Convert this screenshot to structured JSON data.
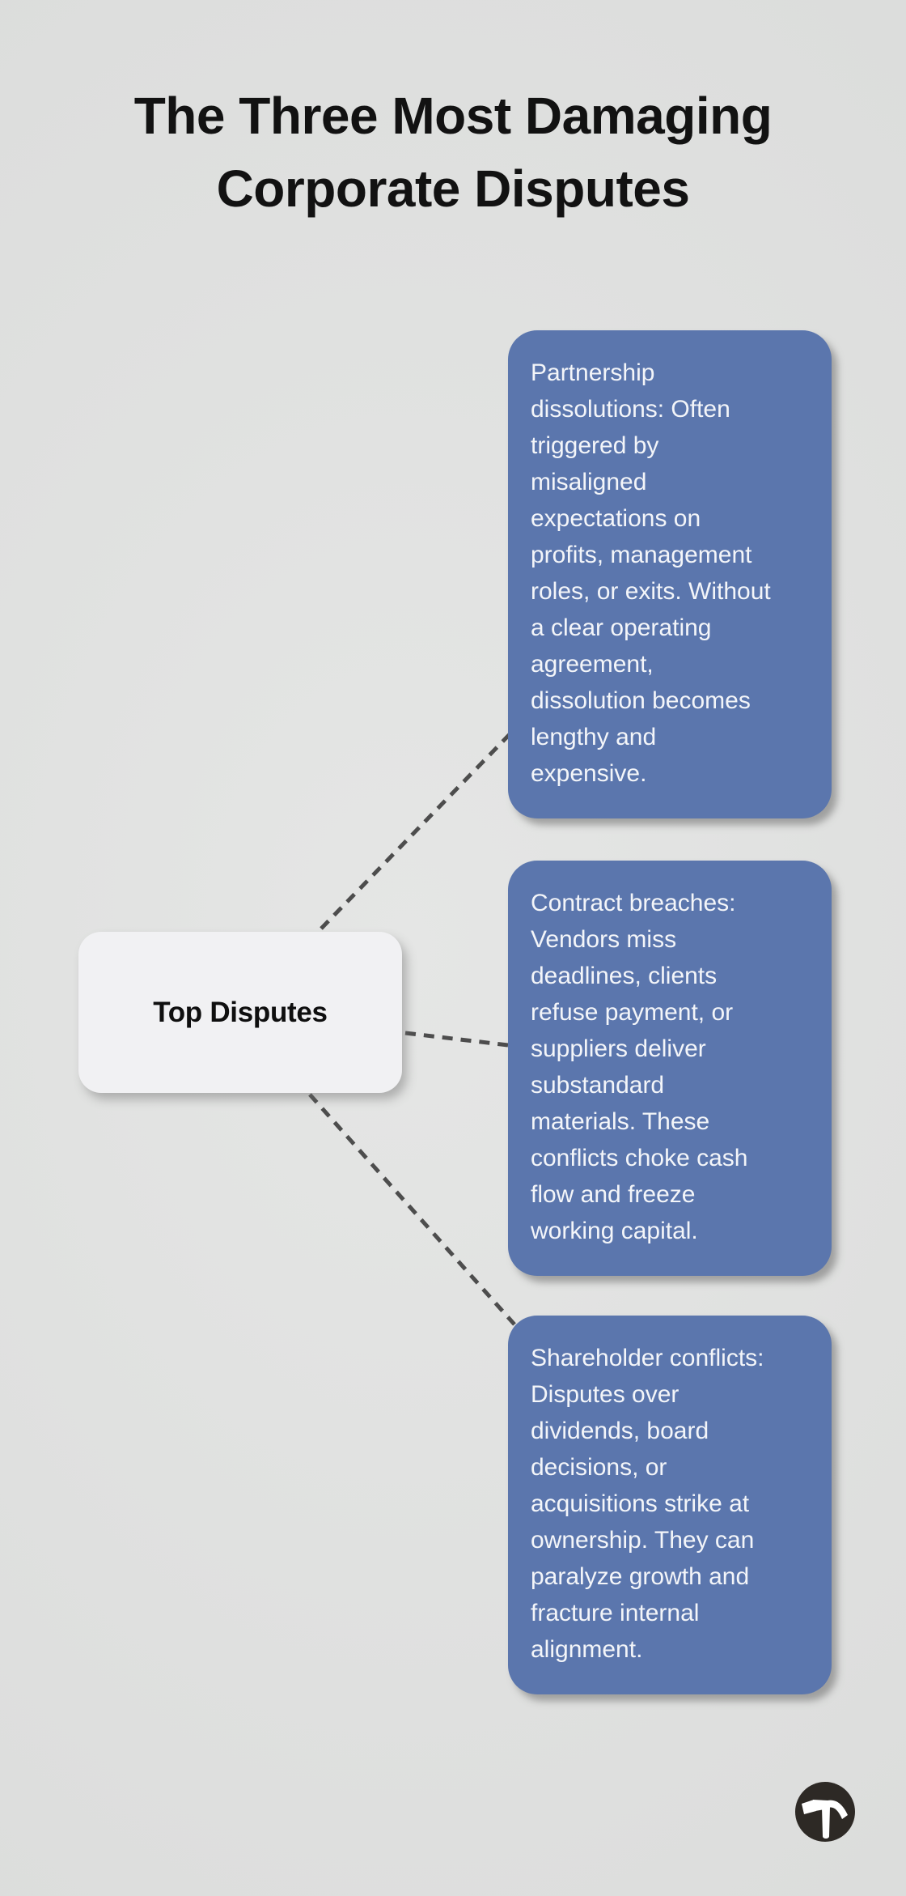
{
  "header": {
    "title": "The Three Most Damaging Corporate Disputes",
    "lines": [
      "The Three Most Damaging",
      "Corporate Disputes"
    ]
  },
  "center_node": {
    "label": "Top Disputes"
  },
  "branches": [
    {
      "id": "partnership-dissolutions",
      "text": "Partnership dissolutions: Often triggered by misaligned expectations on profits, management roles, or exits. Without a clear operating agreement, dissolution becomes lengthy and expensive.",
      "lines": [
        "Partnership",
        "dissolutions: Often",
        "triggered by",
        "misaligned",
        "expectations on",
        "profits, management",
        "roles, or exits. Without",
        "a clear operating",
        "agreement,",
        "dissolution becomes",
        "lengthy and",
        "expensive."
      ]
    },
    {
      "id": "contract-breaches",
      "text": "Contract breaches: Vendors miss deadlines, clients refuse payment, or suppliers deliver substandard materials. These conflicts choke cash flow and freeze working capital.",
      "lines": [
        "Contract breaches:",
        "Vendors miss",
        "deadlines, clients",
        "refuse payment, or",
        "suppliers deliver",
        "substandard",
        "materials. These",
        "conflicts choke cash",
        "flow and freeze",
        "working capital."
      ]
    },
    {
      "id": "shareholder-conflicts",
      "text": "Shareholder conflicts: Disputes over dividends, board decisions, or acquisitions strike at ownership. They can paralyze growth and fracture internal alignment.",
      "lines": [
        "Shareholder conflicts:",
        "Disputes over",
        "dividends, board",
        "decisions, or",
        "acquisitions strike at",
        "ownership. They can",
        "paralyze growth and",
        "fracture internal",
        "alignment."
      ]
    }
  ],
  "colors": {
    "background": "#e0e1e0",
    "card_fill": "#5b76ad",
    "card_text": "#f3f5f9",
    "center_node_fill": "#f1f1f3",
    "connector": "#4d4d4d",
    "title_text": "#121212",
    "logo_circle": "#2d2925",
    "logo_glyph": "#ffffff"
  },
  "footer": {
    "logo_icon": "hammer-icon"
  }
}
